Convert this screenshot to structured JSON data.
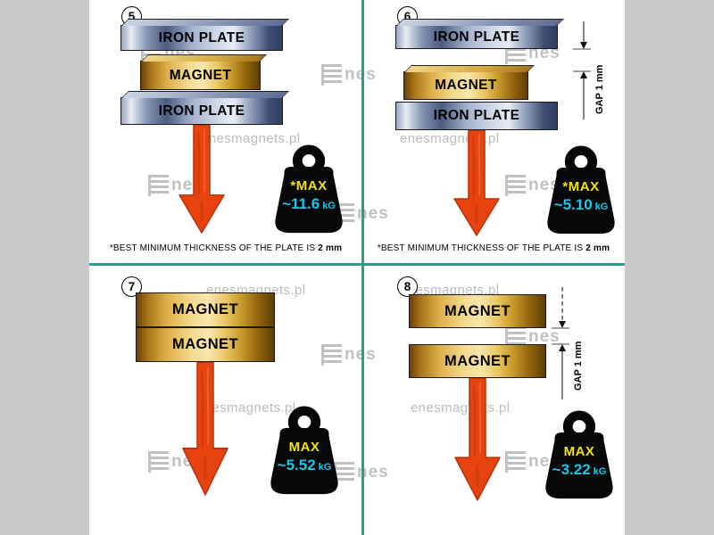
{
  "colors": {
    "divider": "#2d9c8c",
    "max_label": "#f2e20e",
    "weight_value": "#17c7ec",
    "arrow": "#e8430f",
    "iron_plate": "#8494b4",
    "magnet_gold": "#e8c467",
    "kettlebell": "#0a0a0a",
    "side_background": "#c9c9c9"
  },
  "watermark": {
    "site": "enesmagnets.pl",
    "logo_text": "nes"
  },
  "panels": [
    {
      "number": "5",
      "layer1": "IRON PLATE",
      "layer2": "MAGNET",
      "layer3": "IRON PLATE",
      "max_label": "*MAX",
      "value": "~11.6",
      "unit": "kG",
      "footnote_text": "*BEST MINIMUM THICKNESS OF THE PLATE IS",
      "footnote_bold": "2 mm"
    },
    {
      "number": "6",
      "layer1": "IRON PLATE",
      "layer2": "MAGNET",
      "layer3": "IRON PLATE",
      "gap_label": "GAP 1 mm",
      "max_label": "*MAX",
      "value": "~5.10",
      "unit": "kG",
      "footnote_text": "*BEST MINIMUM THICKNESS OF THE PLATE IS",
      "footnote_bold": "2 mm"
    },
    {
      "number": "7",
      "layer1": "MAGNET",
      "layer2": "MAGNET",
      "max_label": "MAX",
      "value": "~5.52",
      "unit": "kG"
    },
    {
      "number": "8",
      "layer1": "MAGNET",
      "layer2": "MAGNET",
      "gap_label": "GAP 1 mm",
      "max_label": "MAX",
      "value": "~3.22",
      "unit": "kG"
    }
  ]
}
